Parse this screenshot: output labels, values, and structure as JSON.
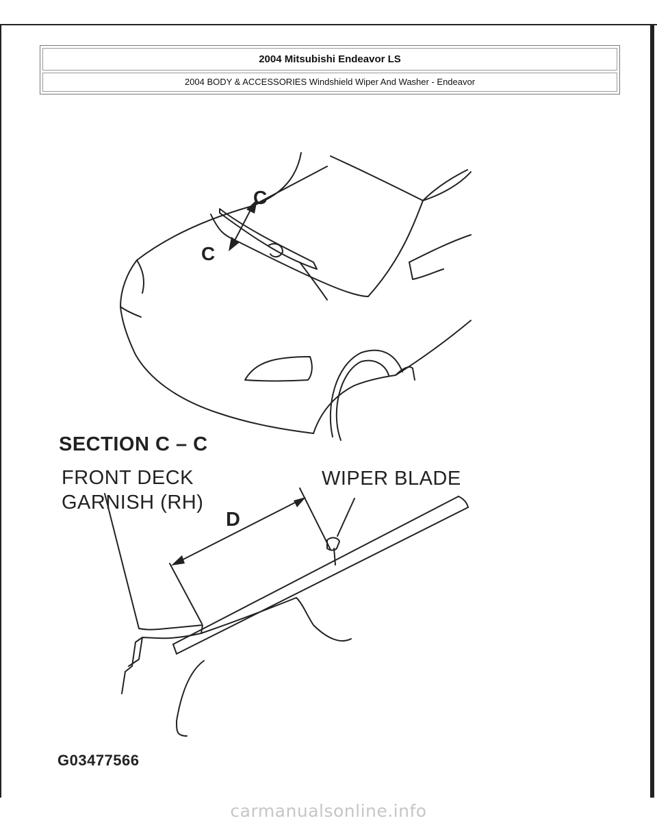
{
  "header": {
    "title": "2004 Mitsubishi Endeavor LS",
    "subtitle": "2004 BODY & ACCESSORIES Windshield Wiper And Washer - Endeavor"
  },
  "figure": {
    "section_label": "SECTION C – C",
    "section_marker": "C",
    "front_deck_line1": "FRONT DECK",
    "front_deck_line2": "GARNISH (RH)",
    "wiper_blade": "WIPER BLADE",
    "dimension": "D",
    "figure_id": "G03477566"
  },
  "watermark": "carmanualsonline.info"
}
